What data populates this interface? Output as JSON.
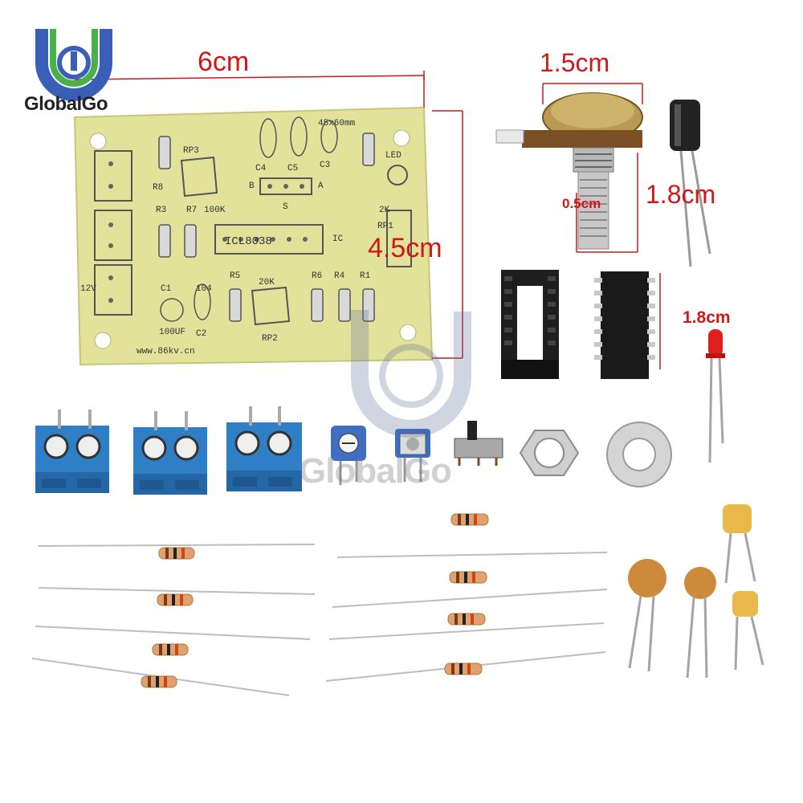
{
  "logo": {
    "brand": "GlobalGo"
  },
  "watermark": {
    "brand": "GlobalGo"
  },
  "dimensions": {
    "board_width": "6cm",
    "board_height": "4.5cm",
    "pot_width": "1.5cm",
    "pot_shaft": "0.5cm",
    "capacitor_length": "1.8cm",
    "led_length": "1.8cm"
  },
  "pcb": {
    "chip_label": "ICL8038",
    "size_label": "45x60mm",
    "website": "www.86kv.cn",
    "labels": [
      "RP3",
      "C4",
      "C5",
      "C3",
      "LED",
      "R8",
      "R7",
      "100K",
      "B",
      "A",
      "S",
      "R3",
      "2K",
      "RP1",
      "IC",
      "R5",
      "R6",
      "R4",
      "R1",
      "20K",
      "C1",
      "104",
      "100UF",
      "C2",
      "RP2",
      "12V"
    ]
  },
  "colors": {
    "pcb": "#e2e29a",
    "terminal_blue": "#2f7fc6",
    "dimension_red": "#d01818",
    "resistor_body": "#e0a070",
    "ceramic_cap": "#cc8a3a"
  }
}
